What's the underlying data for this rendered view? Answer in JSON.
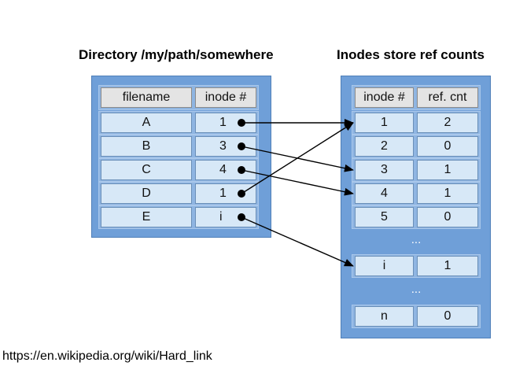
{
  "left_title": "Directory /my/path/somewhere",
  "right_title": "Inodes store ref counts",
  "directory": {
    "headers": [
      "filename",
      "inode #"
    ],
    "rows": [
      {
        "filename": "A",
        "inode": "1"
      },
      {
        "filename": "B",
        "inode": "3"
      },
      {
        "filename": "C",
        "inode": "4"
      },
      {
        "filename": "D",
        "inode": "1"
      },
      {
        "filename": "E",
        "inode": "i"
      }
    ]
  },
  "inodes": {
    "headers": [
      "inode #",
      "ref. cnt"
    ],
    "rows": [
      {
        "inode": "1",
        "refcnt": "2"
      },
      {
        "inode": "2",
        "refcnt": "0"
      },
      {
        "inode": "3",
        "refcnt": "1"
      },
      {
        "inode": "4",
        "refcnt": "1"
      },
      {
        "inode": "5",
        "refcnt": "0"
      },
      {
        "ellipsis": "..."
      },
      {
        "inode": "i",
        "refcnt": "1"
      },
      {
        "ellipsis": "..."
      },
      {
        "inode": "n",
        "refcnt": "0"
      }
    ]
  },
  "links": [
    {
      "from": 0,
      "to": 0
    },
    {
      "from": 1,
      "to": 2
    },
    {
      "from": 2,
      "to": 3
    },
    {
      "from": 3,
      "to": 0
    },
    {
      "from": 4,
      "to": 6
    }
  ],
  "source": "https://en.wikipedia.org/wiki/Hard_link",
  "colors": {
    "panel": "#6f9fd8",
    "cell": "#d7e8f7",
    "header": "#e4e4e4",
    "arrow": "#000000"
  }
}
